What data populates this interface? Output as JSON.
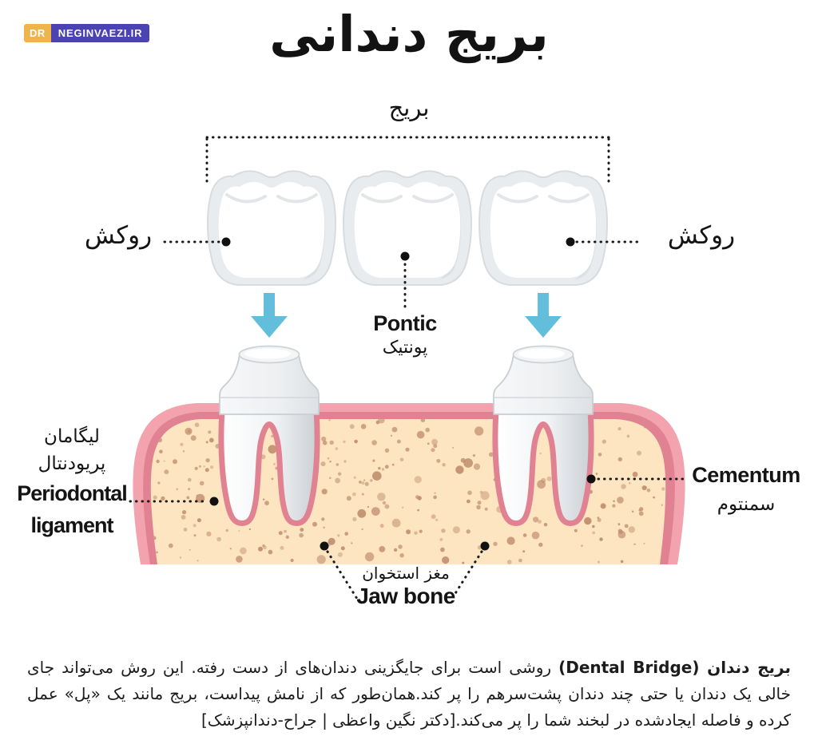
{
  "badge": {
    "prefix": "DR",
    "site": "NEGINVAEZI.IR"
  },
  "title": "بریج دندانی",
  "diagram": {
    "bridge_label": "بریج",
    "crown_label_left": "روکش",
    "crown_label_right": "روکش",
    "pontic_en": "Pontic",
    "pontic_fa": "پونتیک",
    "periodontal_fa_line1": "لیگامان",
    "periodontal_fa_line2": "پریودنتال",
    "periodontal_en_line1": "Periodontal",
    "periodontal_en_line2": "ligament",
    "cementum_en": "Cementum",
    "cementum_fa": "سمنتوم",
    "jawbone_fa": "مغز استخوان",
    "jawbone_en": "Jaw bone"
  },
  "description": {
    "lead_bold": "بریج دندان (Dental Bridge)",
    "body": " روشی است برای جایگزینی دندان‌های از دست رفته. این روش می‌تواند جای خالی یک دندان یا حتی چند دندان پشت‌سرهم را پر کند.همان‌طور که از نامش پیداست، بریج مانند یک «پل» عمل کرده و فاصله ایجادشده در لبخند شما را پر می‌کند.[دکتر نگین واعظی | جراح-دندانپزشک]"
  },
  "colors": {
    "accent_blue": "#63bedc",
    "gum_pink": "#f2a3ae",
    "gum_dark_pink": "#e08291",
    "bone_cream": "#fce5c0",
    "speckle_brown": "#c08e6f",
    "badge_yellow": "#eeb54c",
    "badge_purple": "#4a43b1",
    "tooth_gray": "#e9ecef"
  }
}
